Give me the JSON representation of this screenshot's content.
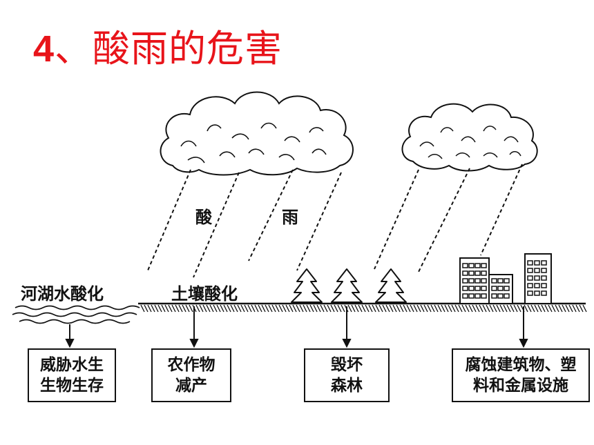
{
  "title": {
    "number": "4",
    "text": "、酸雨的危害"
  },
  "rain": {
    "label_1": "酸",
    "label_2": "雨"
  },
  "ground_labels": {
    "lake": "河湖水酸化",
    "soil": "土壤酸化"
  },
  "effects": [
    {
      "line1": "威胁水生",
      "line2": "生物生存"
    },
    {
      "line1": "农作物",
      "line2": "减产"
    },
    {
      "line1": "毁坏",
      "line2": "森林"
    },
    {
      "line1": "腐蚀建筑物、塑",
      "line2": "料和金属设施"
    }
  ]
}
